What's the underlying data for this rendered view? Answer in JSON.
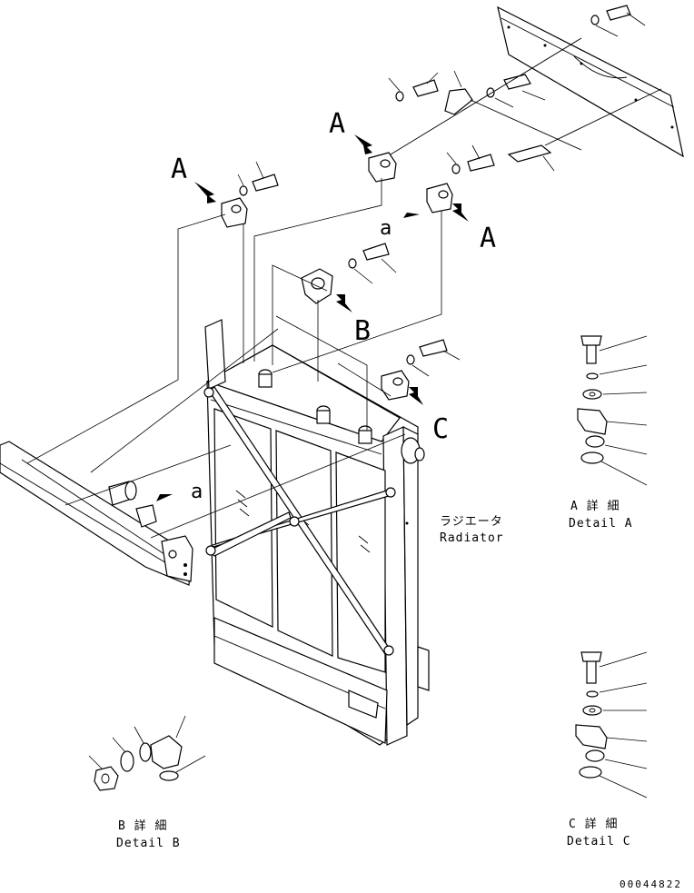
{
  "callouts": {
    "a_top": "A",
    "a_left": "A",
    "a_right": "A",
    "b": "B",
    "c": "C",
    "a_small_top": "a",
    "a_small_left": "a"
  },
  "radiator": {
    "label_jp": "ラジエータ",
    "label_en": "Radiator"
  },
  "details": {
    "a": {
      "label_jp": "A 詳 細",
      "label_en": "Detail A"
    },
    "b": {
      "label_jp": "B 詳 細",
      "label_en": "Detail B"
    },
    "c": {
      "label_jp": "C 詳 細",
      "label_en": "Detail C"
    }
  },
  "drawing_number": "00044822"
}
